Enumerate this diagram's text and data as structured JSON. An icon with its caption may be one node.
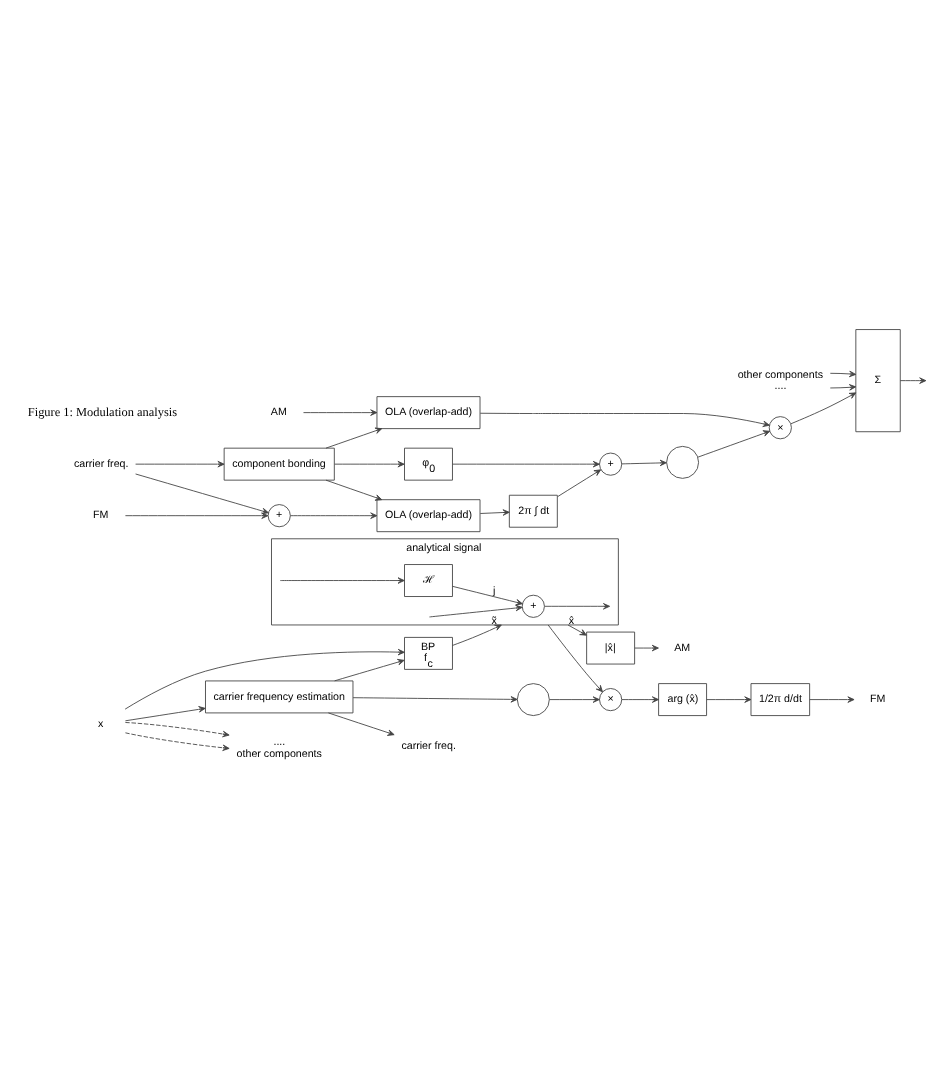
{
  "diagram": {
    "nodes": [
      {
        "text": [
          "x"
        ]
      },
      {
        "text": [
          "BP",
          "f$_{c}$"
        ]
      },
      {
        "text": [
          "analytical signal"
        ]
      },
      {
        "text": [
          "+"
        ],
        "in": 2
      },
      {
        "text": [
          "ℋ"
        ],
        "in": 2
      },
      {
        "text": [
          "|x̂|"
        ]
      },
      {
        "text": [
          "×"
        ]
      },
      {
        "text": [
          "arg (x̂)"
        ]
      },
      {
        "text": [
          "1/2π d/dt"
        ]
      },
      {
        "text": [
          "AM"
        ]
      },
      {
        "text": [
          "FM"
        ]
      },
      {
        "text": [],
        "shape": "circle"
      },
      {
        "text": [
          "carrier frequency estimation"
        ]
      },
      {
        "text": [
          "carrier freq."
        ]
      },
      {
        "text": [
          "....",
          "other components"
        ]
      },
      {
        "text": [
          "AM"
        ]
      },
      {
        "text": [
          "FM"
        ]
      },
      {
        "text": [
          "carrier freq."
        ]
      },
      {
        "text": [
          "+"
        ]
      },
      {
        "text": [
          "OLA (overlap-add)"
        ]
      },
      {
        "text": [
          "OLA (overlap-add)"
        ]
      },
      {
        "text": [
          "component bonding"
        ]
      },
      {
        "text": [
          "2π ∫ dt"
        ]
      },
      {
        "text": [
          "+"
        ]
      },
      {
        "text": [
          "φ$_{0}$"
        ]
      },
      {
        "text": [],
        "shape": "circle"
      },
      {
        "text": [
          "×"
        ]
      },
      {
        "text": [
          "Σ"
        ]
      },
      {
        "text": [
          "other components",
          "...."
        ]
      }
    ],
    "edges": [
      {
        "from": 0,
        "to": 1,
        "arrow": "to"
      },
      {
        "from": 1,
        "to": 2,
        "arrow": "to",
        "label": "x̃"
      },
      {
        "from": 2,
        "to": 3,
        "arrow": "to"
      },
      {
        "from": 2,
        "to": 4,
        "arrow": "to"
      },
      {
        "from": 4,
        "to": 3,
        "arrow": "to",
        "label": "j"
      },
      {
        "from": 3,
        "to": 2,
        "arrow": "to"
      },
      {
        "from": 2,
        "to": 5,
        "arrow": "to",
        "label": "x̂"
      },
      {
        "from": 2,
        "to": 6,
        "arrow": "to"
      },
      {
        "from": 5,
        "to": 9,
        "arrow": "to"
      },
      {
        "from": 6,
        "to": 7,
        "arrow": "to"
      },
      {
        "from": 7,
        "to": 8,
        "arrow": "to"
      },
      {
        "from": 8,
        "to": 10,
        "arrow": "to"
      },
      {
        "from": 11,
        "to": 6,
        "arrow": "to"
      },
      {
        "from": 12,
        "to": 11,
        "arrow": "to"
      },
      {
        "from": 12,
        "to": 13,
        "arrow": "to"
      },
      {
        "from": 12,
        "to": 1,
        "arrow": "to"
      },
      {
        "from": 0,
        "to": 12,
        "arrow": "to"
      },
      {
        "from": 0,
        "to": 14,
        "arrow": "to",
        "style": "dashed"
      },
      {
        "from": 0,
        "to": 14,
        "arrow": "to",
        "style": "dashed"
      },
      {
        "from": 15,
        "to": 19,
        "arrow": "to"
      },
      {
        "from": 16,
        "to": 18,
        "arrow": "to"
      },
      {
        "from": 17,
        "to": 18,
        "arrow": "to"
      },
      {
        "from": 17,
        "to": 21,
        "arrow": "to"
      },
      {
        "from": 18,
        "to": 20,
        "arrow": "to"
      },
      {
        "from": 21,
        "to": 19,
        "arrow": "to"
      },
      {
        "from": 21,
        "to": 20,
        "arrow": "to"
      },
      {
        "from": 21,
        "to": 24,
        "arrow": "to"
      },
      {
        "from": 20,
        "to": 22,
        "arrow": "to"
      },
      {
        "from": 22,
        "to": 23,
        "arrow": "to"
      },
      {
        "from": 24,
        "to": 23,
        "arrow": "to"
      },
      {
        "from": 23,
        "to": 25,
        "arrow": "to"
      },
      {
        "from": 25,
        "to": 26,
        "arrow": "to"
      },
      {
        "from": 19,
        "to": 26,
        "arrow": "to"
      },
      {
        "from": 26,
        "to": 27,
        "arrow": "to"
      },
      {
        "from": 28,
        "to": 27,
        "arrow": "to"
      },
      {
        "from": 28,
        "to": 27,
        "arrow": "to"
      },
      {
        "from": 27,
        "to": null,
        "arrow": "to"
      }
    ],
    "labels": [
      "Figure 1: Modulation analysis"
    ]
  }
}
